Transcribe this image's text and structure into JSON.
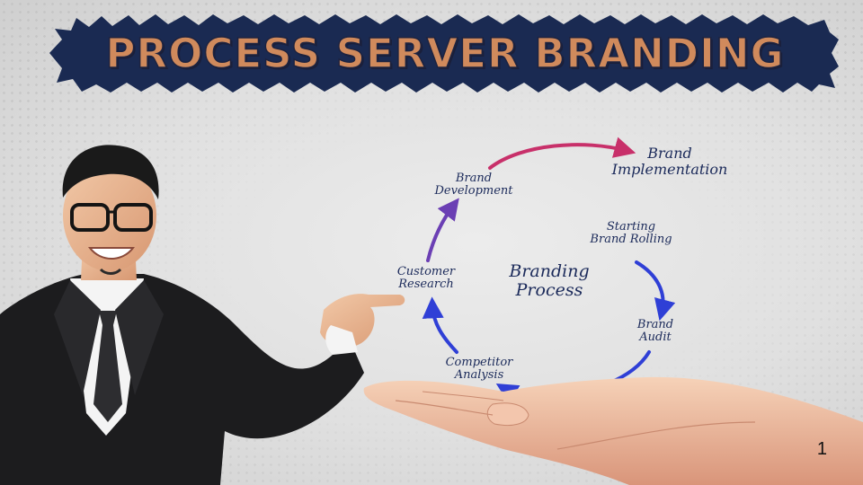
{
  "title": "PROCESS SERVER BRANDING",
  "diagram": {
    "center_line1": "Branding",
    "center_line2": "Process",
    "steps": [
      {
        "key": "implementation",
        "line1": "Brand",
        "line2": "Implementation"
      },
      {
        "key": "development",
        "line1": "Brand",
        "line2": "Development"
      },
      {
        "key": "starting",
        "line1": "Starting",
        "line2": "Brand Rolling"
      },
      {
        "key": "customer",
        "line1": "Customer",
        "line2": "Research"
      },
      {
        "key": "audit",
        "line1": "Brand",
        "line2": "Audit"
      },
      {
        "key": "competitor",
        "line1": "Competitor",
        "line2": "Analysis"
      }
    ]
  },
  "colors": {
    "title_fill": "#d08a5c",
    "title_outline": "#1d2340",
    "banner_bg": "#1a2a52",
    "arrow_blue": "#2f3fd6",
    "arrow_purple": "#6b3fb4",
    "arrow_pink": "#c8306a",
    "label_text": "#1b2a5a"
  },
  "page_number": "1"
}
